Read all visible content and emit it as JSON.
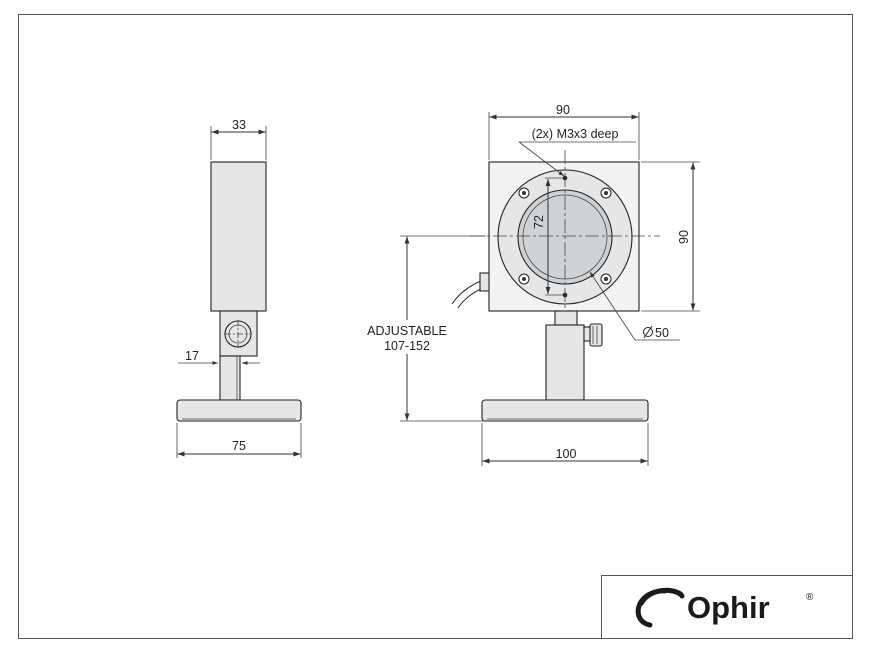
{
  "side_view": {
    "width_label": "33",
    "post_label": "17",
    "base_label": "75"
  },
  "front_view": {
    "width_label": "90",
    "height_label": "90",
    "thread_label": "(2x) M3x3 deep",
    "hole_spacing_label": "72",
    "aperture_label": "50",
    "adjustable_label": "ADJUSTABLE",
    "adjustable_range": "107-152",
    "base_label": "100"
  },
  "logo": {
    "brand": "Ophir",
    "mark": "®"
  },
  "colors": {
    "ink": "#222222",
    "frame": "#555555",
    "part_fill": "#e6e6e6",
    "aperture_fill": "#cfd2d4",
    "window_fill": "#f3f3f3"
  }
}
